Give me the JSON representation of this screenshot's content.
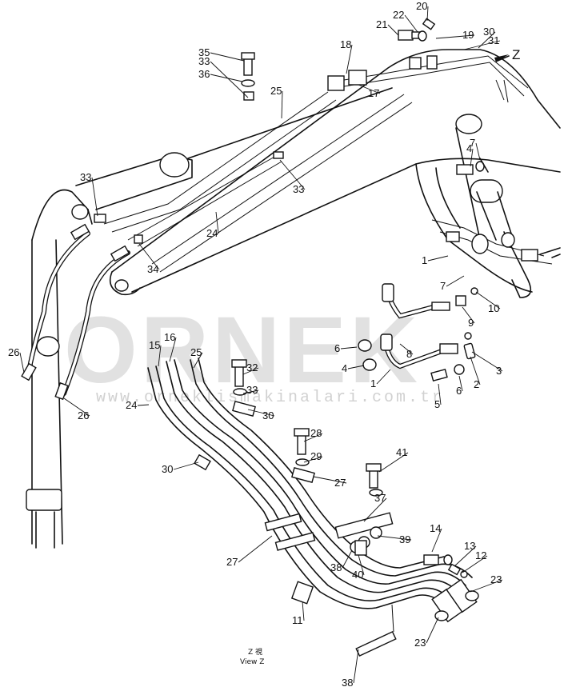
{
  "diagram": {
    "watermark": "ORNEK",
    "watermark_url": "www.orneklismakinalari.com.tr",
    "view_label": "View Z",
    "view_label_jp": "Z  視",
    "view_arrow_label": "Z"
  },
  "callouts": [
    "1",
    "1",
    "2",
    "3",
    "4",
    "4",
    "5",
    "6",
    "6",
    "7",
    "7",
    "8",
    "9",
    "10",
    "11",
    "12",
    "13",
    "14",
    "15",
    "16",
    "17",
    "18",
    "19",
    "20",
    "21",
    "22",
    "23",
    "23",
    "24",
    "24",
    "25",
    "25",
    "26",
    "26",
    "27",
    "27",
    "28",
    "29",
    "30",
    "30",
    "30",
    "31",
    "32",
    "33",
    "33",
    "33",
    "33",
    "34",
    "35",
    "36",
    "37",
    "38",
    "38",
    "39",
    "40",
    "41"
  ]
}
